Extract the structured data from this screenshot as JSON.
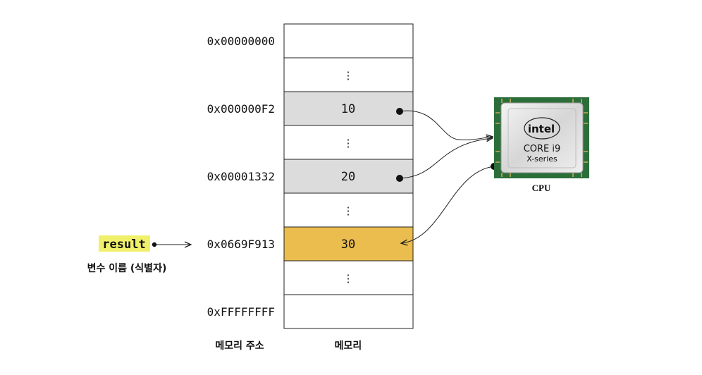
{
  "memory": {
    "rows": [
      {
        "address": "0x00000000",
        "value": "",
        "fill": "#ffffff"
      },
      {
        "address": "",
        "value": "⋮",
        "fill": "#ffffff"
      },
      {
        "address": "0x000000F2",
        "value": "10",
        "fill": "#dcdcdc"
      },
      {
        "address": "",
        "value": "⋮",
        "fill": "#ffffff"
      },
      {
        "address": "0x00001332",
        "value": "20",
        "fill": "#dcdcdc"
      },
      {
        "address": "",
        "value": "⋮",
        "fill": "#ffffff"
      },
      {
        "address": "0x0669F913",
        "value": "30",
        "fill": "#ebbd4e"
      },
      {
        "address": "",
        "value": "⋮",
        "fill": "#ffffff"
      },
      {
        "address": "0xFFFFFFFF",
        "value": "",
        "fill": "#ffffff"
      }
    ],
    "address_column_label": "메모리 주소",
    "memory_column_label": "메모리"
  },
  "identifier": {
    "name": "result",
    "highlight_color": "#f1f06a",
    "caption": "변수 이름 (식별자)"
  },
  "cpu": {
    "brand": "intel",
    "model": "CORE i9",
    "series": "X-series",
    "caption": "CPU"
  },
  "colors": {
    "grey_cell": "#dcdcdc",
    "result_cell": "#ebbd4e",
    "line": "#222222"
  }
}
